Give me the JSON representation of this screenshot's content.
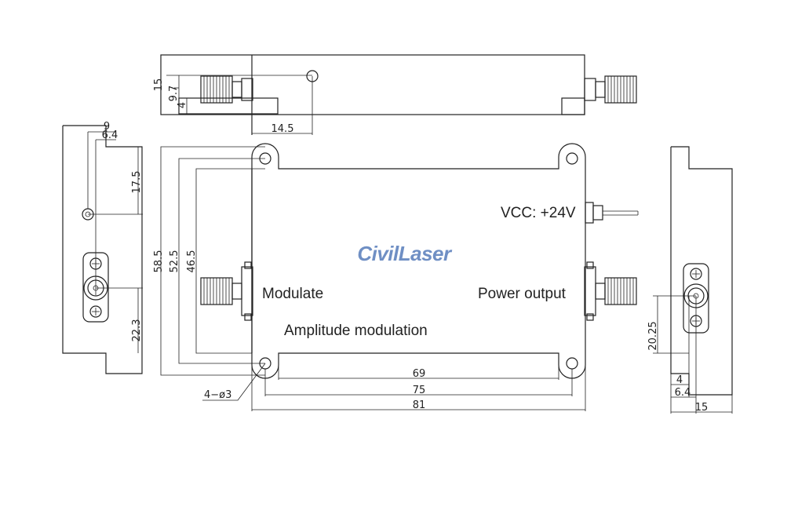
{
  "logo": {
    "text": "CivilLaser",
    "color": "#6f8fc4"
  },
  "labels": {
    "vcc": "VCC: +24V",
    "modulate": "Modulate",
    "power_output": "Power output",
    "amplitude_modulation": "Amplitude modulation"
  },
  "dimensions": {
    "top_15": "15",
    "top_9_7": "9.7",
    "top_4": "4",
    "top_14_5": "14.5",
    "left_9": "9",
    "left_6_4": "6.4",
    "left_17_5": "17.5",
    "left_22_3": "22.3",
    "h_58_5": "58.5",
    "h_52_5": "52.5",
    "h_46_5": "46.5",
    "w_69": "69",
    "w_75": "75",
    "w_81": "81",
    "holes": "4−ø3",
    "right_20_25": "20.25",
    "right_4": "4",
    "right_6_4": "6.4",
    "right_15": "15"
  }
}
